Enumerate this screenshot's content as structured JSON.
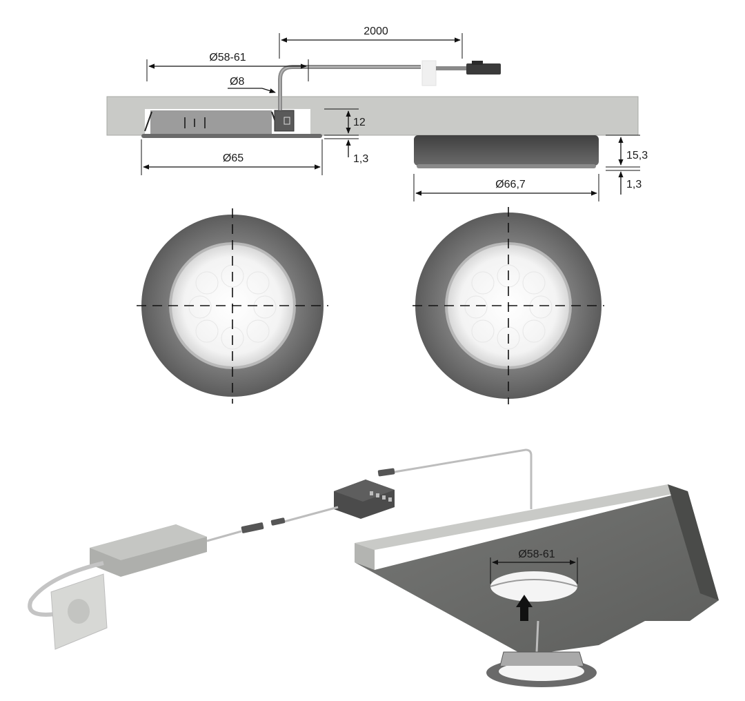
{
  "dimensions": {
    "cable_length": "2000",
    "cutout_top": "Ø58-61",
    "cable_dia": "Ø8",
    "depth_recessed": "12",
    "flange_recessed": "1,3",
    "dia_recessed": "Ø65",
    "depth_surface": "15,3",
    "flange_surface": "1,3",
    "dia_surface": "Ø66,7",
    "cutout_3d": "Ø58-61"
  },
  "colors": {
    "board": "#c9cac7",
    "board_side": "#9e9f9c",
    "ring": "#6f6f6f",
    "lens": "#f2f2f2",
    "housing_dark": "#4e4e4e"
  }
}
